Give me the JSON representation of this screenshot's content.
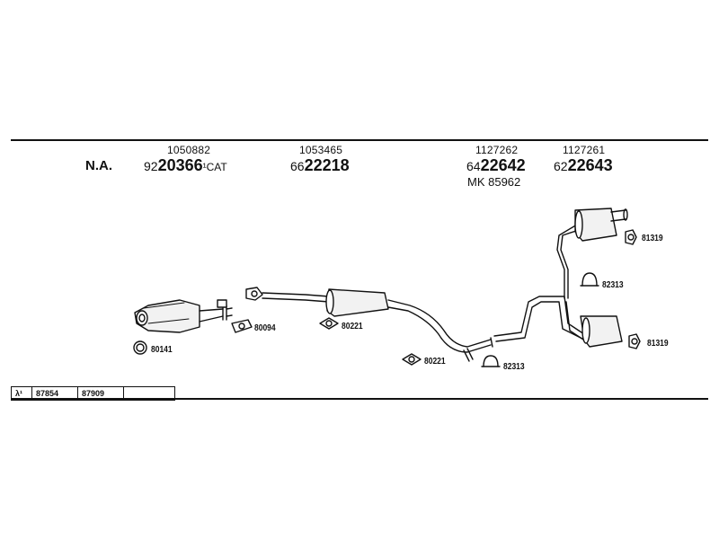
{
  "header": {
    "na": "N.A.",
    "parts": [
      {
        "oe": "1050882",
        "prefix": "92",
        "main": "20366",
        "suffix": "¹CAT"
      },
      {
        "oe": "1053465",
        "prefix": "66",
        "main": "22218",
        "suffix": ""
      },
      {
        "oe": "1127262",
        "prefix": "64",
        "main": "22642",
        "suffix": "",
        "extra": "MK 85962"
      },
      {
        "oe": "1127261",
        "prefix": "62",
        "main": "22643",
        "suffix": ""
      }
    ]
  },
  "labels": {
    "l81319a": "81319",
    "l82313a": "82313",
    "l81319b": "81319",
    "l80094": "80094",
    "l80221a": "80221",
    "l80141": "80141",
    "l80221b": "80221",
    "l82313b": "82313"
  },
  "table": {
    "symbol": "λ¹",
    "cells": [
      "87854",
      "87909",
      ""
    ]
  }
}
